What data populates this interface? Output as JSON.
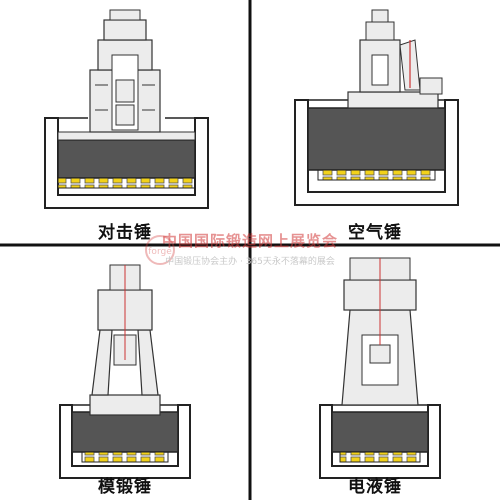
{
  "captions": {
    "counterblow": "对击锤",
    "air": "空气锤",
    "die_forging": "模锻锤",
    "electro_hydraulic": "电液锤"
  },
  "watermark": {
    "title": "中国国际锻造网上展览会",
    "subtitle": "中国锻压协会主办 · 365天永不落幕的展会",
    "logo_text": "forge",
    "color": "#d23a3a"
  },
  "colors": {
    "pit_dark": "#555555",
    "machine_fill": "#ececec",
    "pad_yellow": "#f2d21b",
    "divider": "#111111"
  }
}
